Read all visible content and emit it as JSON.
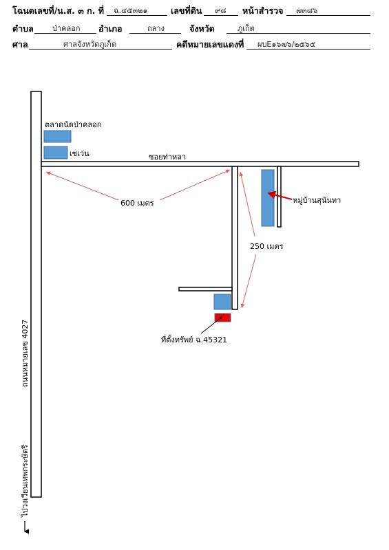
{
  "header": {
    "row1": {
      "deed_label": "โฉนดเลขที่/น.ส. ๓ ก. ที่",
      "deed_value": "ฉ.๔๕๓๒๑",
      "land_no_label": "เลขที่ดิน",
      "land_no_value": "๙๘",
      "survey_label": "หน้าสำรวจ",
      "survey_value": "๗๓๘๖"
    },
    "row2": {
      "subdistrict_label": "ตำบล",
      "subdistrict_value": "ป่าคลอก",
      "district_label": "อำเภอ",
      "district_value": "ถลาง",
      "province_label": "จังหวัด",
      "province_value": "ภูเก็ต"
    },
    "row3": {
      "court_label": "ศาล",
      "court_value": "ศาลจังหวัดภูเก็ต",
      "case_label": "คดีหมายเลขแดงที่",
      "case_value": "ผบE๑๖๗๖/๒๕๖๕"
    }
  },
  "map": {
    "labels": {
      "market": "ตลาดนัดป่าคลอก",
      "seven_eleven": "เซเว่น",
      "soi": "ซอยท่าหลา",
      "distance_600": "600 เมตร",
      "village": "หมู่บ้านสุนันทา",
      "distance_250": "250 เมตร",
      "property": "ที่ตั้งทรัพย์ ฉ.45321",
      "highway": "ถนนหมายเลข 4027",
      "to_direction": "ไปวงเวียนเทพกระษัตรี"
    },
    "colors": {
      "building": "#5b9bd5",
      "property": "#ee0000",
      "arrow": "#e06060",
      "village_arrow": "#cc0000"
    }
  }
}
